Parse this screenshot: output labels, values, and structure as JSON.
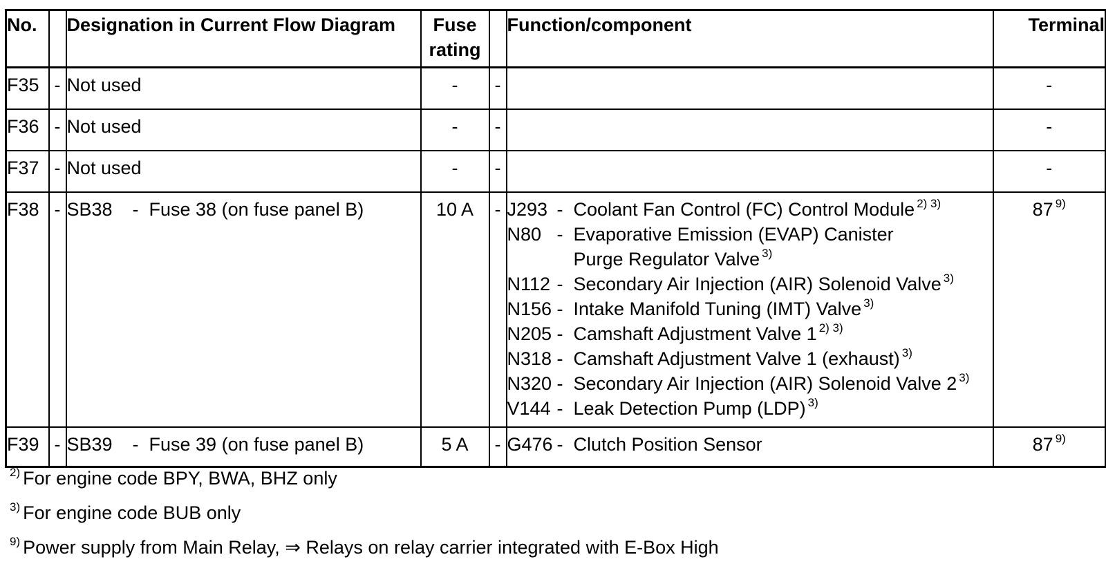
{
  "table": {
    "headers": {
      "no": "No.",
      "designation": "Designation in Current Flow Diagram",
      "fuse_line1": "Fuse",
      "fuse_line2": "rating",
      "function": "Function/component",
      "terminal": "Terminal"
    },
    "dash": "-",
    "rows": [
      {
        "no": "F35",
        "designation": "Not used",
        "fuse": "-",
        "components": [],
        "terminal": "-",
        "terminal_fn": ""
      },
      {
        "no": "F36",
        "designation": "Not used",
        "fuse": "-",
        "components": [],
        "terminal": "-",
        "terminal_fn": ""
      },
      {
        "no": "F37",
        "designation": "Not used",
        "fuse": "-",
        "components": [],
        "terminal": "-",
        "terminal_fn": ""
      },
      {
        "no": "F38",
        "designation_code": "SB38",
        "designation": "Fuse 38 (on fuse panel B)",
        "fuse": "10 A",
        "components": [
          {
            "code": "J293",
            "desc": "Coolant Fan Control (FC) Control Module",
            "fn": "2) 3)"
          },
          {
            "code": "N80",
            "desc": "Evaporative Emission (EVAP) Canister Purge Regulator Valve",
            "fn": "3)"
          },
          {
            "code": "N112",
            "desc": "Secondary Air Injection (AIR) Solenoid Valve",
            "fn": "3)"
          },
          {
            "code": "N156",
            "desc": "Intake Manifold Tuning (IMT) Valve",
            "fn": "3)"
          },
          {
            "code": "N205",
            "desc": "Camshaft Adjustment Valve 1",
            "fn": "2) 3)"
          },
          {
            "code": "N318",
            "desc": "Camshaft Adjustment Valve 1 (exhaust)",
            "fn": "3)"
          },
          {
            "code": "N320",
            "desc": "Secondary Air Injection (AIR) Solenoid Valve 2",
            "fn": "3)"
          },
          {
            "code": "V144",
            "desc": "Leak Detection Pump (LDP)",
            "fn": "3)"
          }
        ],
        "terminal": "87",
        "terminal_fn": "9)"
      },
      {
        "no": "F39",
        "designation_code": "SB39",
        "designation": "Fuse 39 (on fuse panel B)",
        "fuse": "5 A",
        "components": [
          {
            "code": "G476",
            "desc": "Clutch Position Sensor",
            "fn": ""
          }
        ],
        "terminal": "87",
        "terminal_fn": "9)"
      }
    ]
  },
  "footnotes": [
    {
      "mark": "2)",
      "text": "For engine code BPY, BWA, BHZ only"
    },
    {
      "mark": "3)",
      "text": "For engine code BUB only"
    },
    {
      "mark": "9)",
      "text": "Power supply from Main Relay, ⇒ Relays on relay carrier integrated with E-Box High"
    }
  ]
}
